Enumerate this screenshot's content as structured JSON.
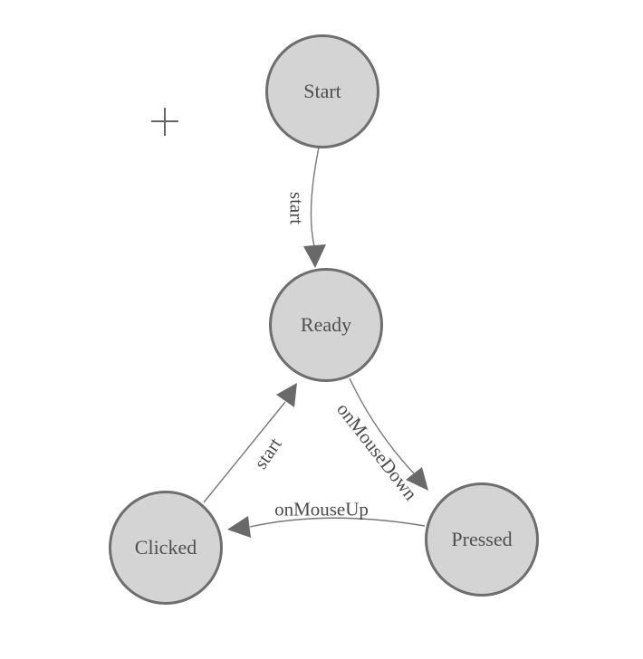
{
  "nodes": [
    {
      "id": "start",
      "label": "Start"
    },
    {
      "id": "ready",
      "label": "Ready"
    },
    {
      "id": "clicked",
      "label": "Clicked"
    },
    {
      "id": "pressed",
      "label": "Pressed"
    }
  ],
  "edges": [
    {
      "from": "Start",
      "to": "Ready",
      "label": "start"
    },
    {
      "from": "Ready",
      "to": "Pressed",
      "label": "onMouseDown"
    },
    {
      "from": "Clicked",
      "to": "Ready",
      "label": "start"
    },
    {
      "from": "Pressed",
      "to": "Clicked",
      "label": "onMouseUp"
    }
  ],
  "icons": {
    "plus": "plus-crosshair"
  },
  "colors": {
    "background": "#ffffff",
    "node_fill": "#d4d4d4",
    "node_border": "#6e6e6e",
    "edge_line": "#787878",
    "arrowhead": "#696969",
    "label_text": "#4a4a4a",
    "plus_icon": "#666666"
  }
}
